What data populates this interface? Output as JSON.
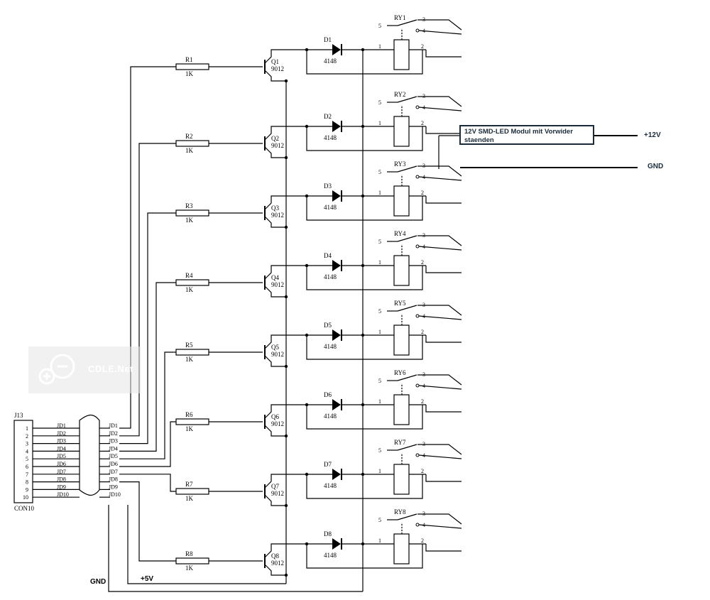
{
  "connector": {
    "ref": "J13",
    "part": "CON10",
    "pins": [
      "1",
      "2",
      "3",
      "4",
      "5",
      "6",
      "7",
      "8",
      "9",
      "10"
    ],
    "nets": [
      "JD1",
      "JD2",
      "JD3",
      "JD4",
      "JD5",
      "JD6",
      "JD7",
      "JD8",
      "JD9",
      "JD10"
    ]
  },
  "channels": [
    {
      "r": "R1",
      "rv": "1K",
      "q": "Q1",
      "qv": "9012",
      "d": "D1",
      "dv": "4148",
      "ry": "RY1"
    },
    {
      "r": "R2",
      "rv": "1K",
      "q": "Q2",
      "qv": "9012",
      "d": "D2",
      "dv": "4148",
      "ry": "RY2"
    },
    {
      "r": "R3",
      "rv": "1K",
      "q": "Q3",
      "qv": "9012",
      "d": "D3",
      "dv": "4148",
      "ry": "RY3"
    },
    {
      "r": "R4",
      "rv": "1K",
      "q": "Q4",
      "qv": "9012",
      "d": "D4",
      "dv": "4148",
      "ry": "RY4"
    },
    {
      "r": "R5",
      "rv": "1K",
      "q": "Q5",
      "qv": "9012",
      "d": "D5",
      "dv": "4148",
      "ry": "RY5"
    },
    {
      "r": "R6",
      "rv": "1K",
      "q": "Q6",
      "qv": "9012",
      "d": "D6",
      "dv": "4148",
      "ry": "RY6"
    },
    {
      "r": "R7",
      "rv": "1K",
      "q": "Q7",
      "qv": "9012",
      "d": "D7",
      "dv": "4148",
      "ry": "RY7"
    },
    {
      "r": "R8",
      "rv": "1K",
      "q": "Q8",
      "qv": "9012",
      "d": "D8",
      "dv": "4148",
      "ry": "RY8"
    }
  ],
  "relay_pins": {
    "contact_common": "5",
    "contact_a": "3",
    "contact_b": "4",
    "coil_a": "1",
    "coil_b": "2"
  },
  "rails": {
    "gnd": "GND",
    "vcc": "+5V"
  },
  "annotation": {
    "module": "12V SMD-LED Modul mit Vorwider staenden",
    "plus12": "+12V",
    "gnd": "GND"
  },
  "watermark": {
    "text": "CDLE.Net",
    "icon": "cdle-logo-icon"
  }
}
